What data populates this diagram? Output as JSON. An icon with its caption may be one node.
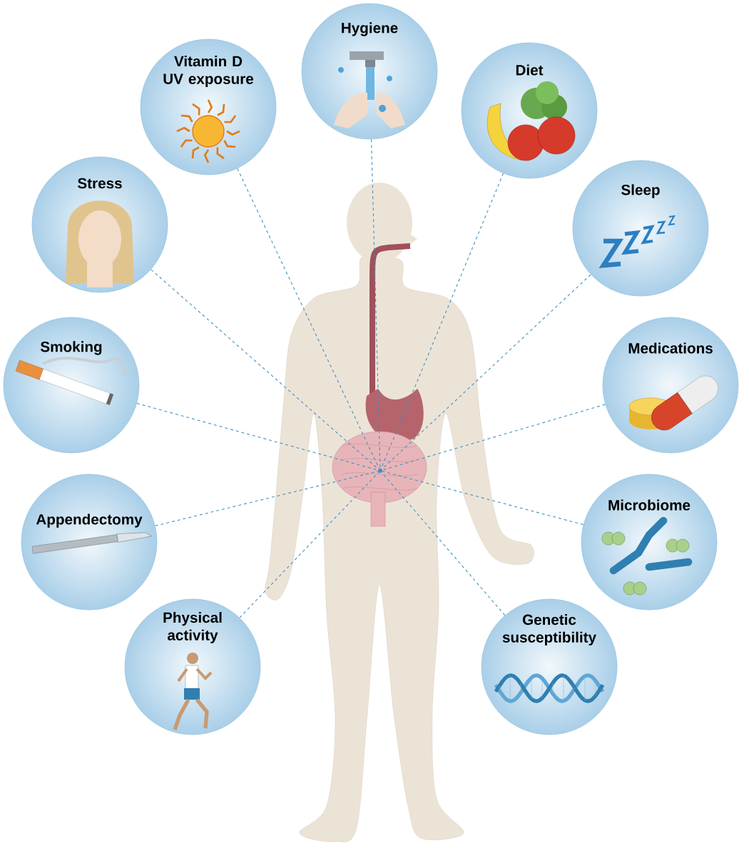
{
  "diagram": {
    "nodes": [
      {
        "text": [
          "Hygiene"
        ]
      },
      {
        "text": [
          "Vitamin D UV exposure"
        ]
      },
      {
        "text": [
          "Diet"
        ]
      },
      {
        "text": [
          "Stress"
        ]
      },
      {
        "text": [
          "Sleep"
        ]
      },
      {
        "text": [
          "Smoking"
        ]
      },
      {
        "text": [
          "Medications"
        ]
      },
      {
        "text": [
          "Appendectomy"
        ]
      },
      {
        "text": [
          "Microbiome"
        ]
      },
      {
        "text": [
          "Physical activity"
        ]
      },
      {
        "text": [
          "Genetic susceptibility"
        ]
      },
      {
        "text": [],
        "shape": "circle"
      }
    ],
    "edges": [
      {
        "from": 0,
        "to": 11,
        "arrow": "none",
        "style": "dashed"
      },
      {
        "from": 1,
        "to": 11,
        "arrow": "none",
        "style": "dashed"
      },
      {
        "from": 2,
        "to": 11,
        "arrow": "none",
        "style": "dashed"
      },
      {
        "from": 3,
        "to": 11,
        "arrow": "none",
        "style": "dashed"
      },
      {
        "from": 4,
        "to": 11,
        "arrow": "none",
        "style": "dashed"
      },
      {
        "from": 5,
        "to": 11,
        "arrow": "none",
        "style": "dashed"
      },
      {
        "from": 6,
        "to": 11,
        "arrow": "none",
        "style": "dashed"
      },
      {
        "from": 7,
        "to": 11,
        "arrow": "none",
        "style": "dashed"
      },
      {
        "from": 8,
        "to": 11,
        "arrow": "none",
        "style": "dashed"
      },
      {
        "from": 9,
        "to": 11,
        "arrow": "none",
        "style": "dashed"
      },
      {
        "from": 10,
        "to": 11,
        "arrow": "none",
        "style": "dashed"
      }
    ]
  }
}
